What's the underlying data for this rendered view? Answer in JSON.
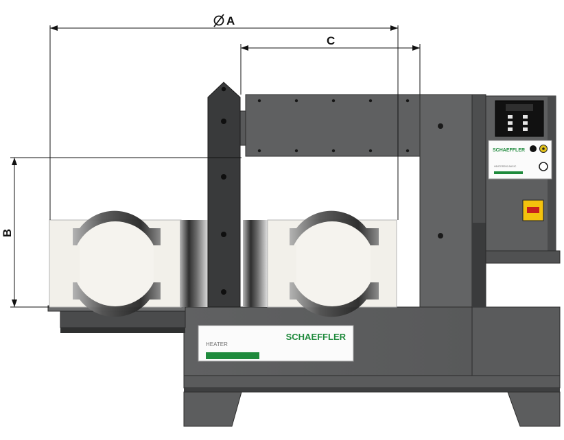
{
  "dimensions": {
    "a_label": "A",
    "b_label": "B",
    "c_label": "C"
  },
  "front_panel": {
    "brand": "SCHAEFFLER",
    "label": "HEATER"
  },
  "control_panel": {
    "brand": "SCHAEFFLER",
    "model": "HEATER200-BASIC"
  },
  "colors": {
    "body": "#5f6061",
    "body_dark": "#4a4b4c",
    "yoke_arm": "#393a3b",
    "bearing": "#f2f0ea",
    "label_panel": "#fbfbfb",
    "brand_green": "#1f8a3c",
    "switch_yellow": "#f4c20d",
    "switch_red": "#c8211c",
    "dimension_line": "#111111"
  }
}
